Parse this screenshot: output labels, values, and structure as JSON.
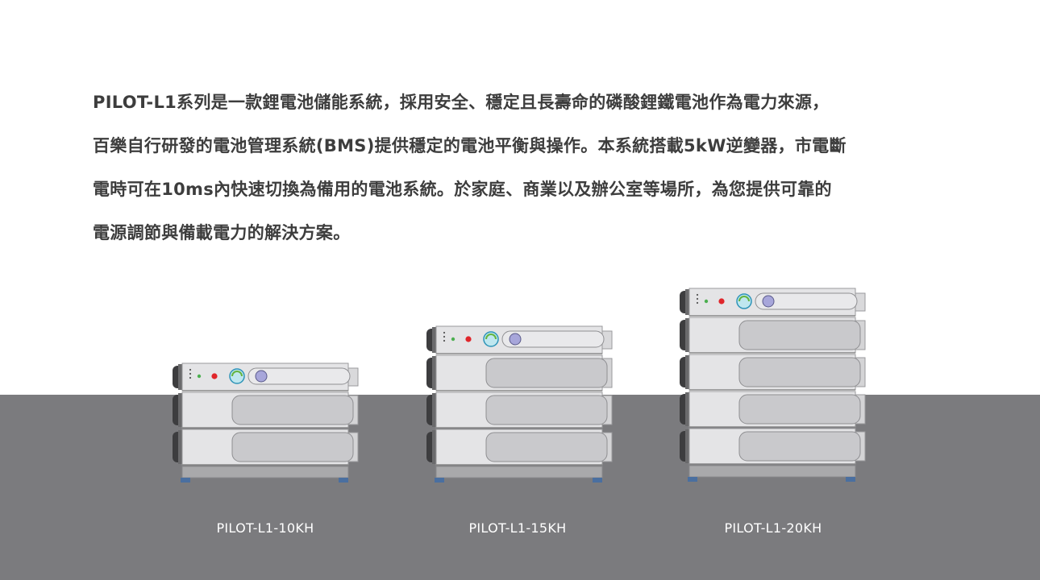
{
  "description": {
    "lines": [
      "PILOT-L1系列是一款鋰電池儲能系統，採用安全、穩定且長壽命的磷酸鋰鐵電池作為電力來源，",
      "百樂自行研發的電池管理系統(BMS)提供穩定的電池平衡與操作。本系統搭載5kW逆變器，市電斷",
      "電時可在10ms內快速切換為備用的電池系統。於家庭、商業以及辦公室等場所，為您提供可靠的",
      "電源調節與備載電力的解決方案。"
    ]
  },
  "products": [
    {
      "model": "PILOT-L1-10KH",
      "battery_modules": 2
    },
    {
      "model": "PILOT-L1-15KH",
      "battery_modules": 3
    },
    {
      "model": "PILOT-L1-20KH",
      "battery_modules": 4
    }
  ],
  "colors": {
    "floor": "#7b7b7e",
    "text": "#3d3d3d",
    "caption": "#ffffff",
    "status_led_green": "#4caf50",
    "status_led_red": "#e0262b",
    "power_button": "#a7a6da"
  }
}
